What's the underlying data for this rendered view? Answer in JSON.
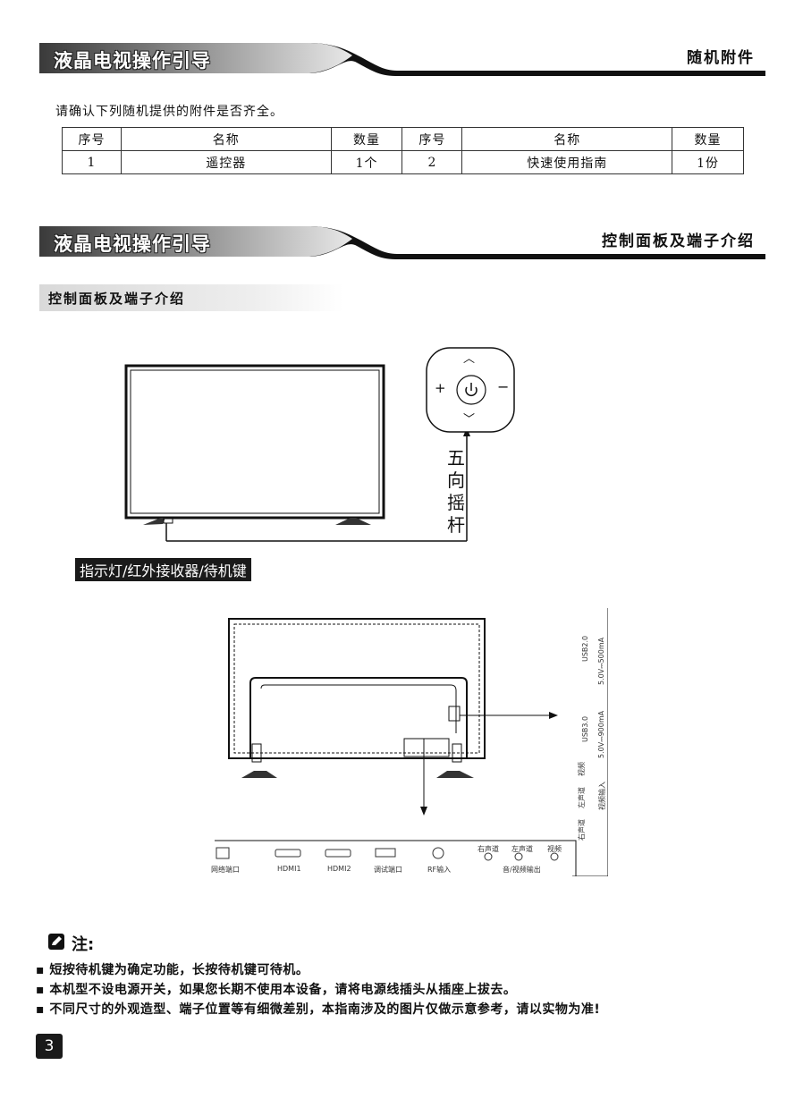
{
  "header1": {
    "title": "液晶电视操作引导",
    "right": "随机附件"
  },
  "intro": "请确认下列随机提供的附件是否齐全。",
  "table": {
    "headers": [
      "序号",
      "名称",
      "数量",
      "序号",
      "名称",
      "数量"
    ],
    "row": [
      "1",
      "遥控器",
      "1个",
      "2",
      "快速使用指南",
      "1份"
    ]
  },
  "header2": {
    "title": "液晶电视操作引导",
    "right": "控制面板及端子介绍"
  },
  "subheading": "控制面板及端子介绍",
  "joystick": {
    "plus": "+",
    "minus": "−",
    "up": "︿",
    "down": "﹀",
    "label_chars": [
      "五",
      "向",
      "摇",
      "杆"
    ]
  },
  "indicator_label": "指示灯/红外接收器/待机键",
  "side_ports": {
    "usb2_a": "USB2.0",
    "usb2_b": "5.0V⎓500mA",
    "usb3_a": "USB3.0",
    "usb3_b": "5.0V⎓900mA",
    "av_in_group": "视频输入",
    "video": "视频",
    "left_ch": "左声道",
    "right_ch": "右声道"
  },
  "bottom_ports": {
    "network": "网络端口",
    "hdmi1": "HDMI1",
    "hdmi2": "HDMI2",
    "debug": "调试端口",
    "rf": "RF输入",
    "right_ch": "右声道",
    "left_ch": "左声道",
    "video": "视频",
    "av_out": "音/视频输出"
  },
  "notes": {
    "title": "注:",
    "items": [
      "▪ 短按待机键为确定功能，长按待机键可待机。",
      "▪ 本机型不设电源开关，如果您长期不使用本设备，请将电源线插头从插座上拔去。",
      "▪ 不同尺寸的外观造型、端子位置等有细微差别，本指南涉及的图片仅做示意参考，请以实物为准!"
    ]
  },
  "page_number": "3"
}
